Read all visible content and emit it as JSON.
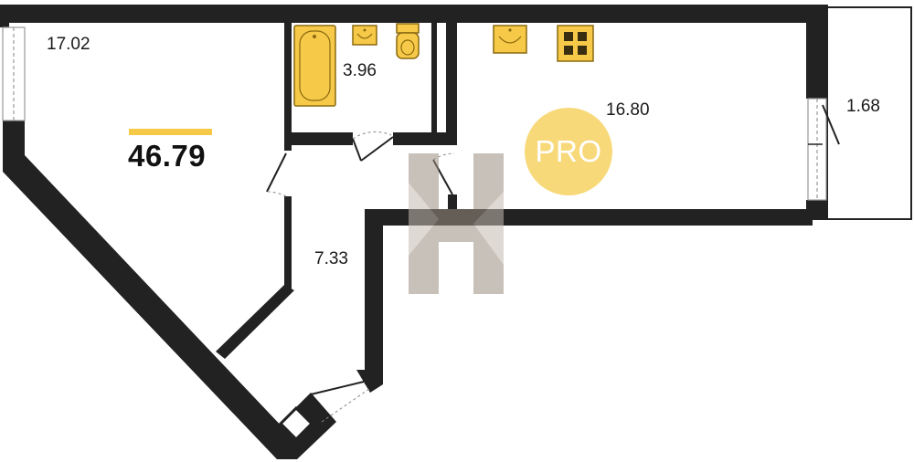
{
  "colors": {
    "wall": "#222222",
    "fixture_fill": "#f7c948",
    "fixture_stroke": "#8a6a10",
    "accent": "#f7c948",
    "pro_badge": "#f8d97a",
    "watermark": "#9a8f82"
  },
  "plan": {
    "total_area": "46.79",
    "rooms": [
      {
        "id": "living",
        "area": "17.02"
      },
      {
        "id": "bathroom",
        "area": "3.96"
      },
      {
        "id": "kitchen",
        "area": "16.80"
      },
      {
        "id": "balcony",
        "area": "1.68"
      },
      {
        "id": "hallway",
        "area": "7.33"
      }
    ]
  },
  "badge": {
    "text": "PRO"
  },
  "icons": {
    "bathtub": "bathtub-icon",
    "sink": "sink-icon",
    "toilet": "toilet-icon",
    "stove": "stove-icon",
    "watermark": "logo-watermark"
  }
}
